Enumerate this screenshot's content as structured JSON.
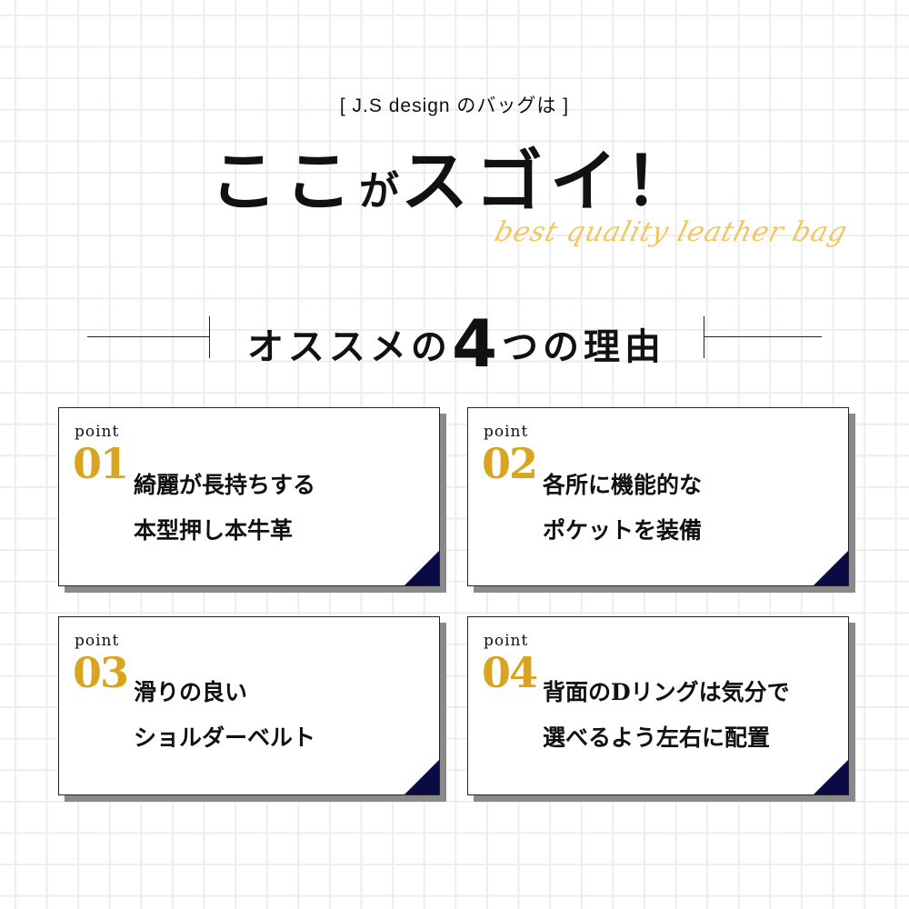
{
  "header": {
    "subtitle": "[ J.S design のバッグは ]",
    "title_a": "ここ",
    "title_b": "が",
    "title_c": "スゴイ！",
    "script": "best quality leather bag"
  },
  "section": {
    "heading_a": "オススメの",
    "heading_num": "4",
    "heading_b": "つの理由"
  },
  "cards": [
    {
      "label": "point",
      "number": "01",
      "text": "綺麗が長持ちする\n本型押し本牛革"
    },
    {
      "label": "point",
      "number": "02",
      "text": "各所に機能的な\nポケットを装備"
    },
    {
      "label": "point",
      "number": "03",
      "text": "滑りの良い\nショルダーベルト"
    },
    {
      "label": "point",
      "number": "04",
      "text": "背面のDリングは気分で\n選べるよう左右に配置"
    }
  ],
  "colors": {
    "accent": "#d9a520",
    "corner": "#0a0a45",
    "script": "#f2c760"
  }
}
